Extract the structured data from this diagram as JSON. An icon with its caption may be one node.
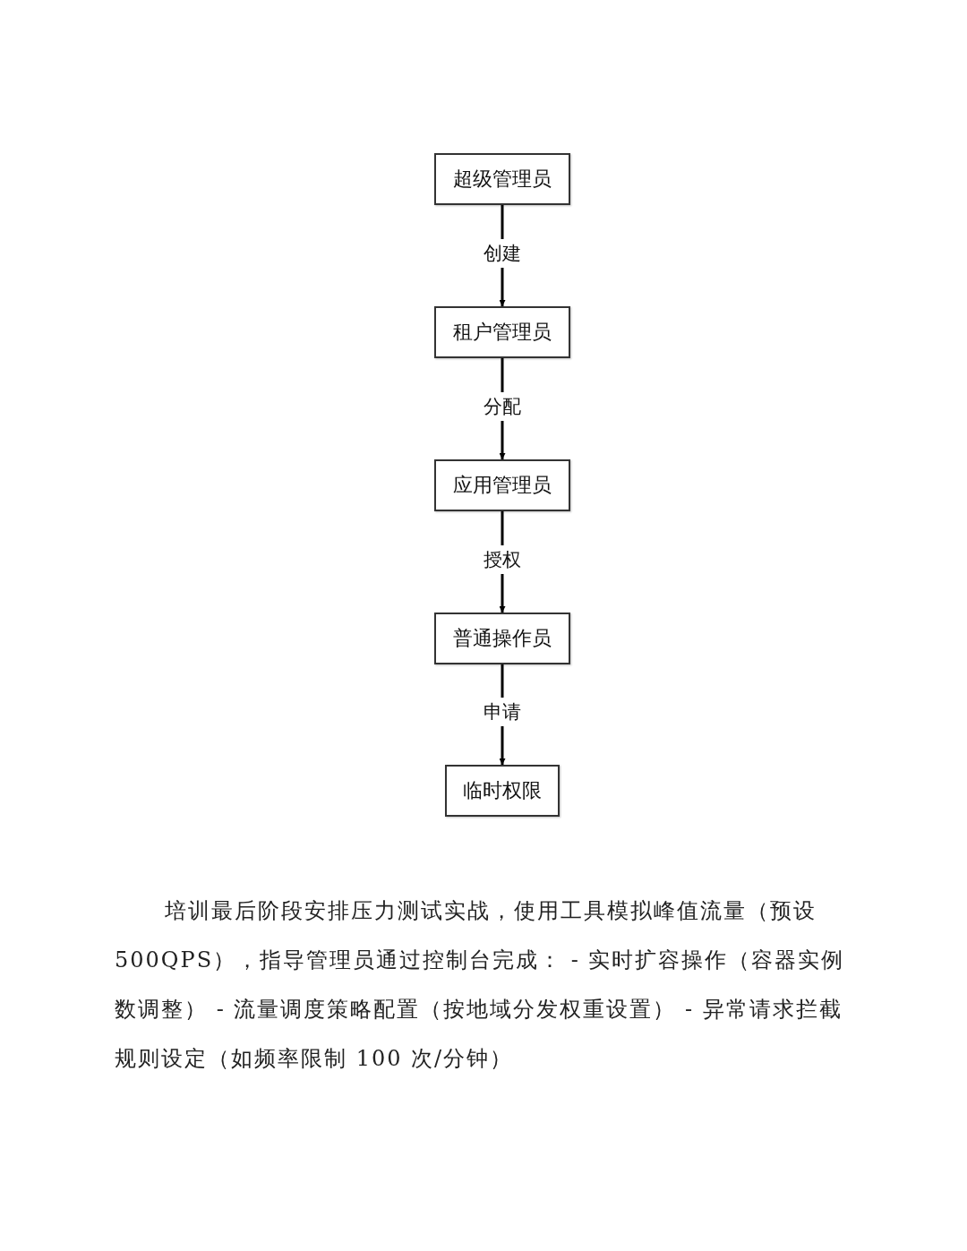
{
  "diagram": {
    "caption": "培训最后阶段安排压力测试实战，使用工具模拟峰值流量（预设 500QPS），指导管理员通过控制台完成： - 实时扩容操作（容器实例数调整） - 流量调度策略配置（按地域分发权重设置） - 异常请求拦截规则设定（如频率限制 100 次/分钟）",
    "nodes": [
      {
        "text": [
          "超级管理员"
        ]
      },
      {
        "text": [
          "租户管理员"
        ]
      },
      {
        "text": [
          "应用管理员"
        ]
      },
      {
        "text": [
          "普通操作员"
        ]
      },
      {
        "text": [
          "临时权限"
        ]
      }
    ],
    "edges": [
      {
        "from": 0,
        "to": 1,
        "arrow": "to",
        "label": "创建"
      },
      {
        "from": 1,
        "to": 2,
        "arrow": "to",
        "label": "分配"
      },
      {
        "from": 2,
        "to": 3,
        "arrow": "to",
        "label": "授权"
      },
      {
        "from": 3,
        "to": 4,
        "arrow": "to",
        "label": "申请"
      }
    ]
  }
}
